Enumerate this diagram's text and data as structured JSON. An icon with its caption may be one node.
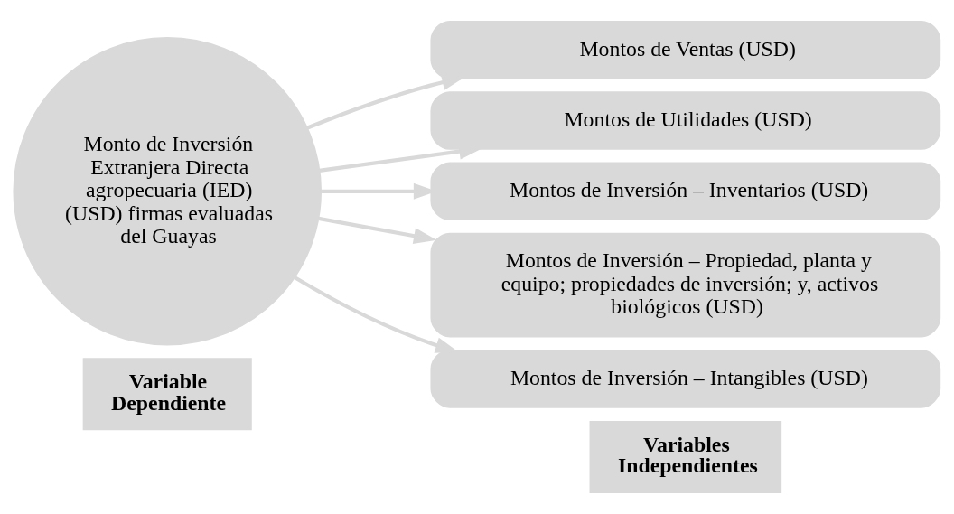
{
  "diagram": {
    "nodes": [
      {
        "text": [
          "Variable Dependiente"
        ]
      },
      {
        "text": [
          "Variables Independientes"
        ]
      },
      {
        "text": [
          "Monto de Inversión Extranjera Directa agropecuaria (IED) (USD) firmas evaluadas del Guayas"
        ]
      },
      {
        "text": [
          "Montos de Ventas (USD)"
        ]
      },
      {
        "text": [
          "Montos de Utilidades (USD)"
        ]
      },
      {
        "text": [
          "Montos de Inversión – Inventarios (USD)"
        ]
      },
      {
        "text": [
          "Montos de Inversión – Propiedad, planta y equipo; propiedades de inversión; y, activos biológicos (USD)"
        ]
      },
      {
        "text": [
          "Montos de Inversión – Intangibles (USD)"
        ]
      }
    ],
    "edges": [
      {
        "from": 2,
        "to": 3,
        "arrow": "to"
      },
      {
        "from": 2,
        "to": 4,
        "arrow": "to"
      },
      {
        "from": 2,
        "to": 5,
        "arrow": "to"
      },
      {
        "from": 2,
        "to": 6,
        "arrow": "to"
      },
      {
        "from": 2,
        "to": 7,
        "arrow": "to"
      }
    ]
  }
}
